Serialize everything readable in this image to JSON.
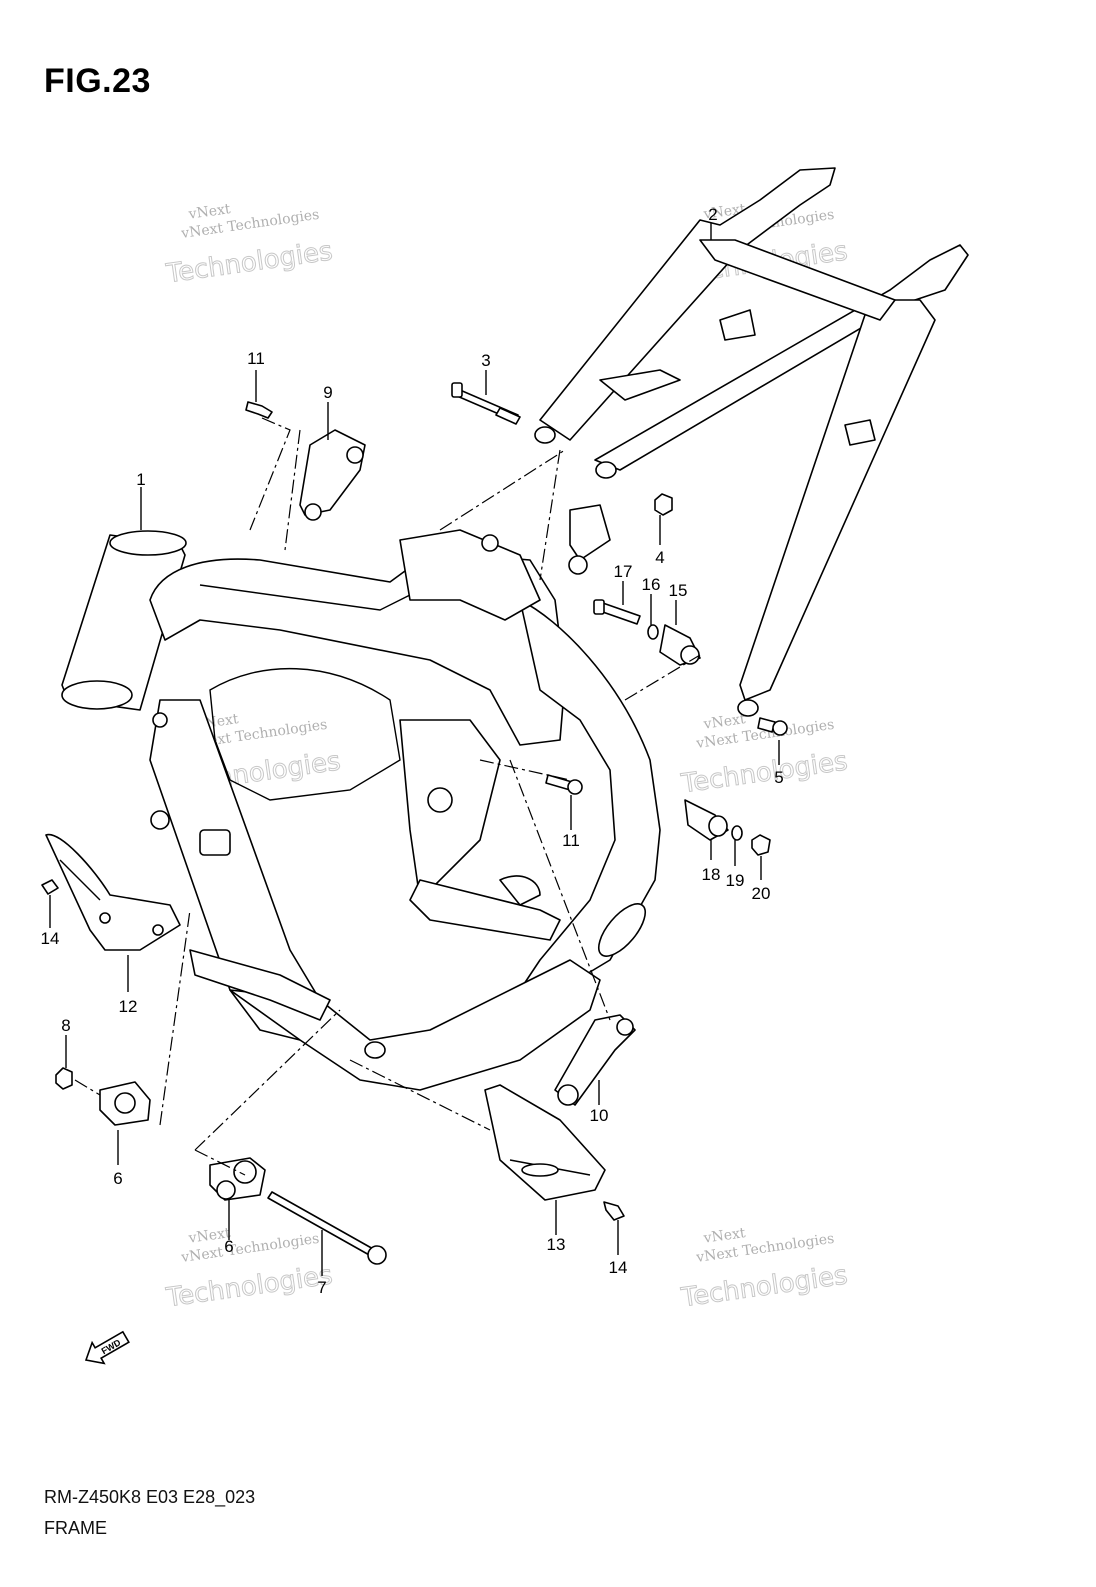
{
  "figure": {
    "title": "FIG.23",
    "model_code": "RM-Z450K8 E03 E28_023",
    "section_name": "FRAME"
  },
  "fwd_arrow_label": "FWD",
  "watermark": {
    "line1": "vNext Technologies",
    "line2": "Technologies",
    "line3": "vNext"
  },
  "callouts": [
    {
      "id": "c1",
      "label": "1"
    },
    {
      "id": "c2",
      "label": "2"
    },
    {
      "id": "c3",
      "label": "3"
    },
    {
      "id": "c4",
      "label": "4"
    },
    {
      "id": "c5",
      "label": "5"
    },
    {
      "id": "c6a",
      "label": "6"
    },
    {
      "id": "c6b",
      "label": "6"
    },
    {
      "id": "c7",
      "label": "7"
    },
    {
      "id": "c8",
      "label": "8"
    },
    {
      "id": "c9",
      "label": "9"
    },
    {
      "id": "c10",
      "label": "10"
    },
    {
      "id": "c11a",
      "label": "11"
    },
    {
      "id": "c11b",
      "label": "11"
    },
    {
      "id": "c12",
      "label": "12"
    },
    {
      "id": "c13",
      "label": "13"
    },
    {
      "id": "c14a",
      "label": "14"
    },
    {
      "id": "c14b",
      "label": "14"
    },
    {
      "id": "c15",
      "label": "15"
    },
    {
      "id": "c16",
      "label": "16"
    },
    {
      "id": "c17",
      "label": "17"
    },
    {
      "id": "c18",
      "label": "18"
    },
    {
      "id": "c19",
      "label": "19"
    },
    {
      "id": "c20",
      "label": "20"
    }
  ]
}
